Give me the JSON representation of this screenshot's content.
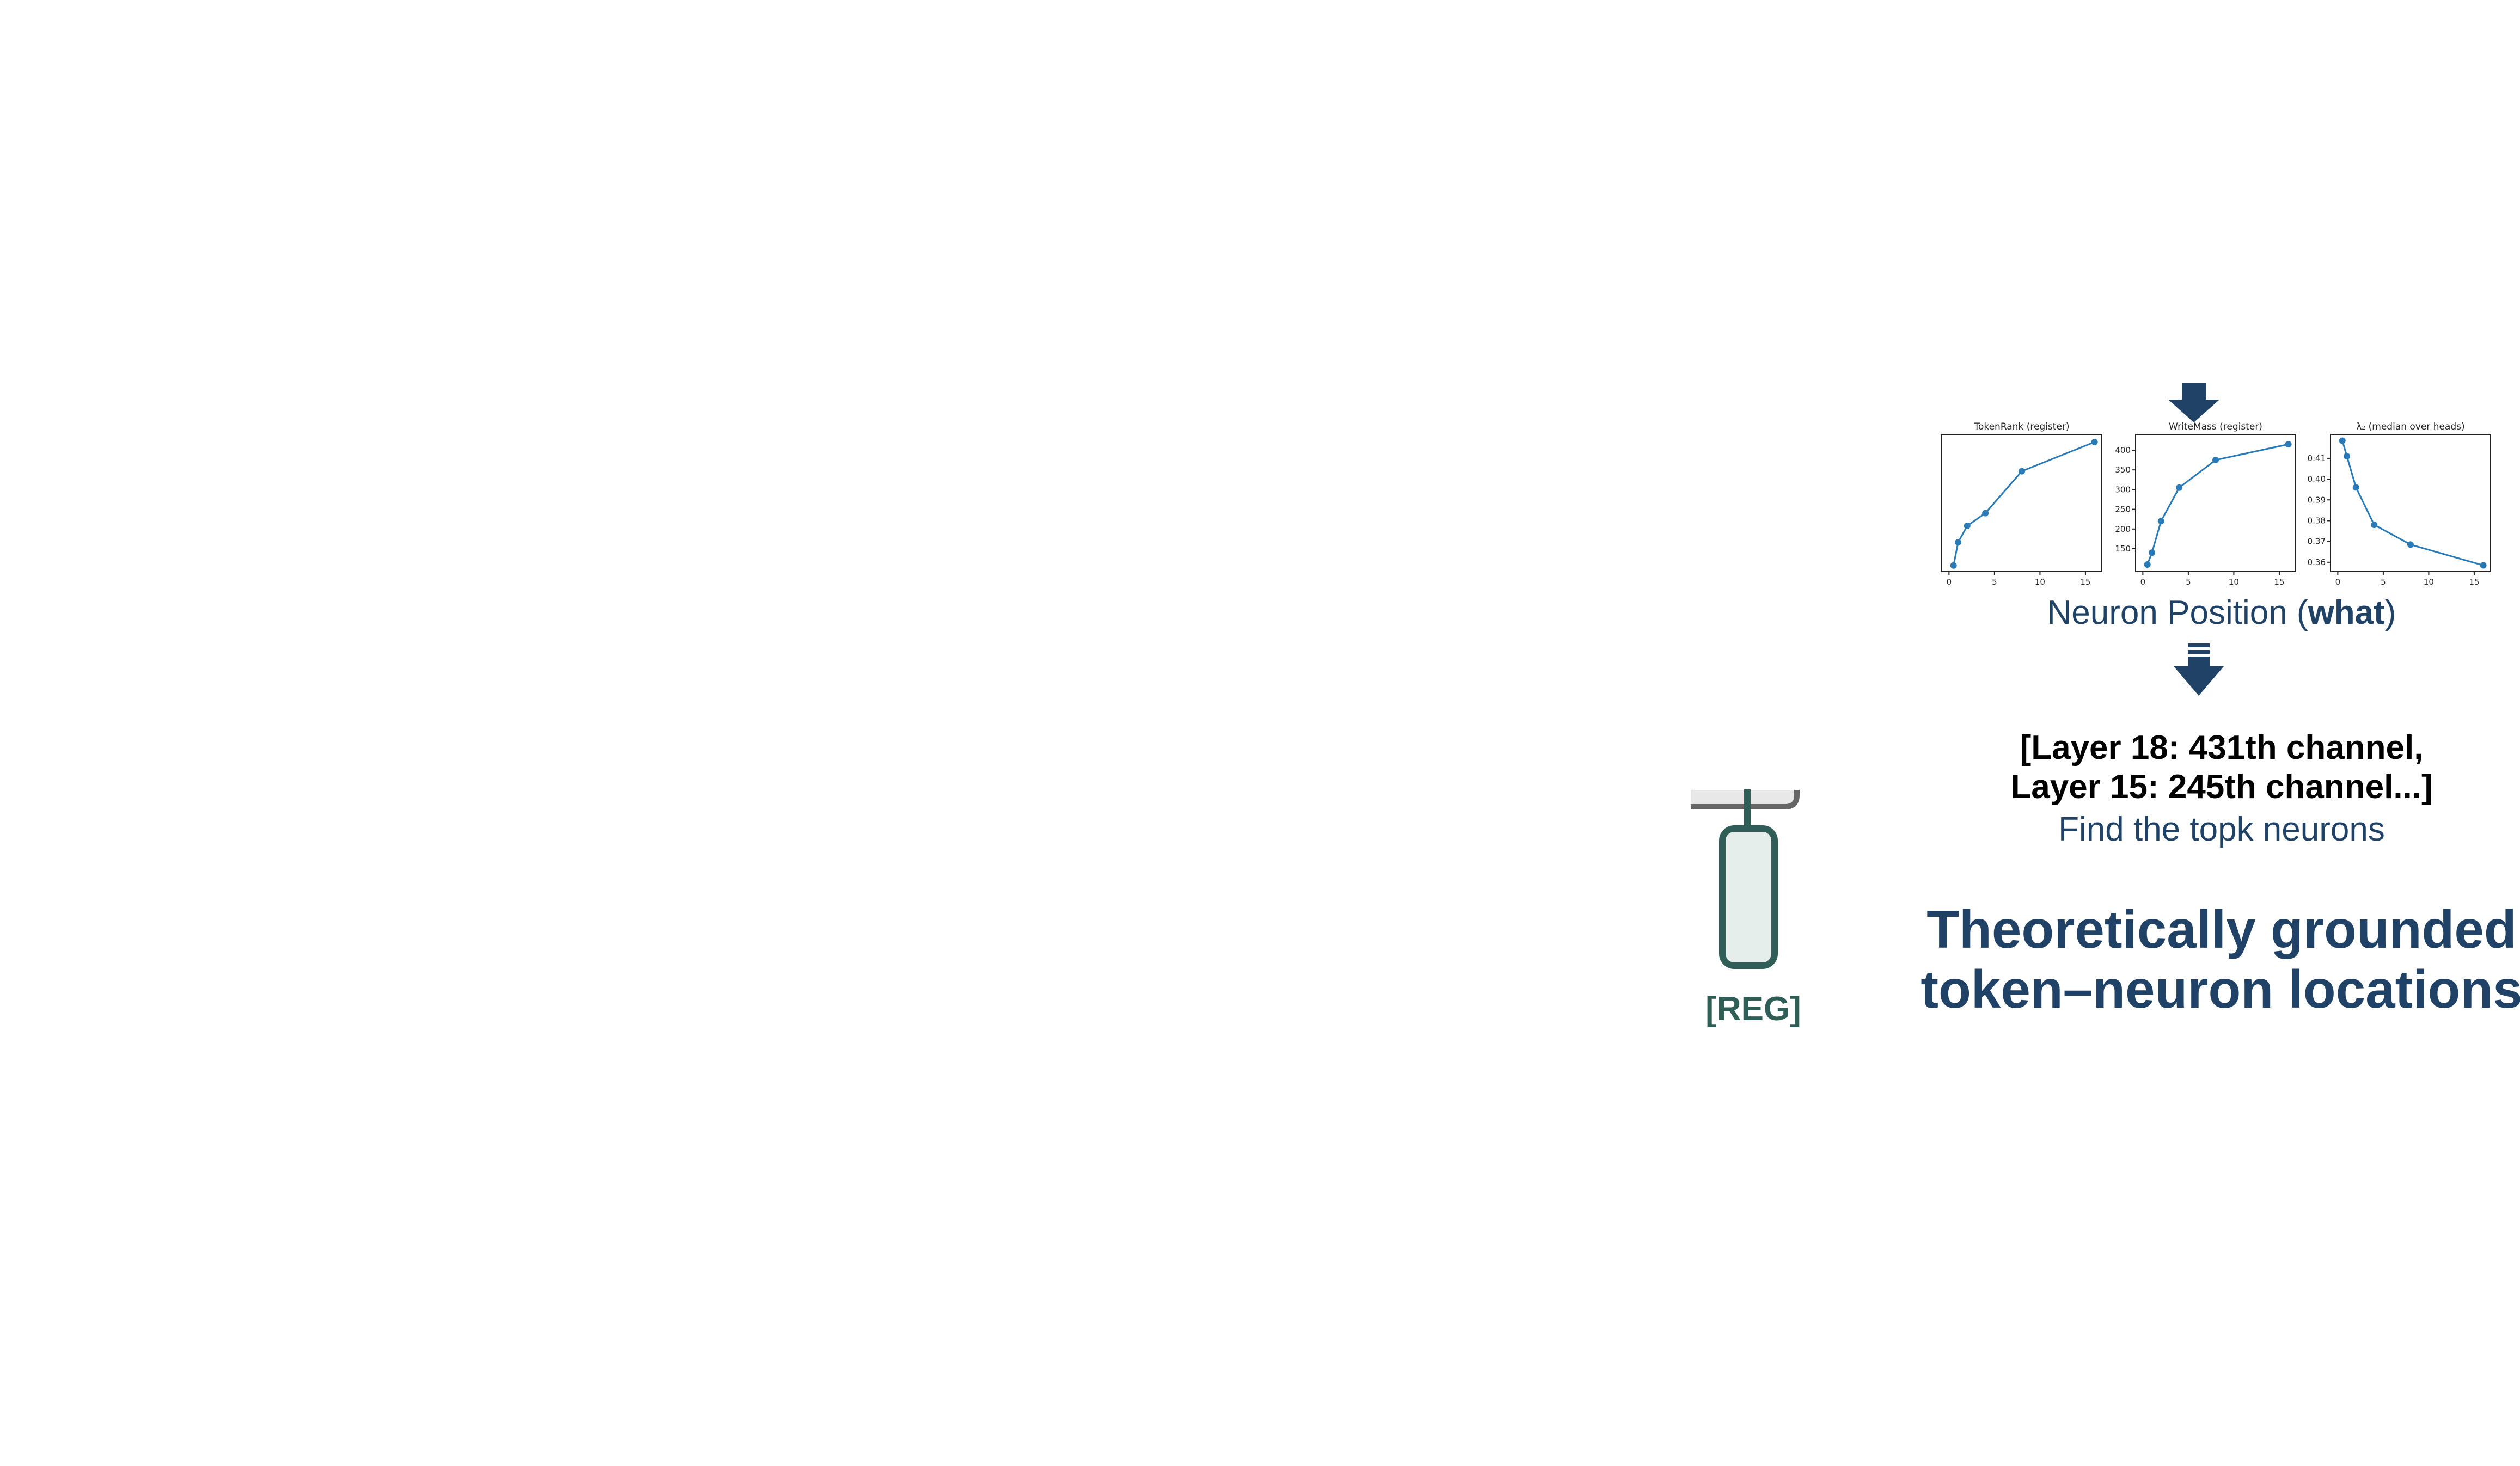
{
  "colors": {
    "navy": "#1f4266",
    "plot_line": "#2a7ab8",
    "reg_green": "#2e5e55",
    "reg_fill": "#e6eeec",
    "gray_bar": "#666666",
    "gray_bar_fill": "#e8e8e8"
  },
  "icons": {
    "top_arrow": "arrow-down-icon",
    "middle_arrow": "striped-arrow-down-icon"
  },
  "caption": {
    "prefix": "Neuron Position  (",
    "bold": "what",
    "suffix": ")"
  },
  "layers": {
    "line1": "[Layer 18: 431th channel,",
    "line2": "Layer 15: 245th channel...]"
  },
  "find_topk": "Find the topk neurons",
  "claim": {
    "line1": "Theoretically grounded",
    "line2": "token–neuron locations"
  },
  "reg_token": "[REG]",
  "chart_data": [
    {
      "type": "line",
      "title": "TokenRank (register)",
      "x": [
        0.5,
        1,
        2,
        4,
        8,
        16
      ],
      "y": [
        0.018,
        0.2,
        0.33,
        0.43,
        0.76,
        0.99
      ],
      "xlim": [
        -0.8,
        16.8
      ],
      "ylim": [
        -0.03,
        1.05
      ],
      "xticks": [
        0,
        5,
        10,
        15
      ],
      "yticks": [],
      "ytick_labels": []
    },
    {
      "type": "line",
      "title": "WriteMass (register)",
      "x": [
        0.5,
        1,
        2,
        4,
        8,
        16
      ],
      "y": [
        110,
        140,
        220,
        305,
        375,
        415
      ],
      "xlim": [
        -0.8,
        16.8
      ],
      "ylim": [
        92,
        440
      ],
      "xticks": [
        0,
        5,
        10,
        15
      ],
      "yticks": [
        150,
        200,
        250,
        300,
        350,
        400
      ],
      "ytick_labels": [
        "150",
        "200",
        "250",
        "300",
        "350",
        "400"
      ]
    },
    {
      "type": "line",
      "title": "λ₂ (median over heads)",
      "x": [
        0.5,
        1,
        2,
        4,
        8,
        16
      ],
      "y": [
        0.4185,
        0.411,
        0.396,
        0.378,
        0.3685,
        0.3585
      ],
      "xlim": [
        -0.8,
        16.8
      ],
      "ylim": [
        0.3555,
        0.4215
      ],
      "xticks": [
        0,
        5,
        10,
        15
      ],
      "yticks": [
        0.36,
        0.37,
        0.38,
        0.39,
        0.4,
        0.41
      ],
      "ytick_labels": [
        "0.36",
        "0.37",
        "0.38",
        "0.39",
        "0.40",
        "0.41"
      ]
    }
  ]
}
